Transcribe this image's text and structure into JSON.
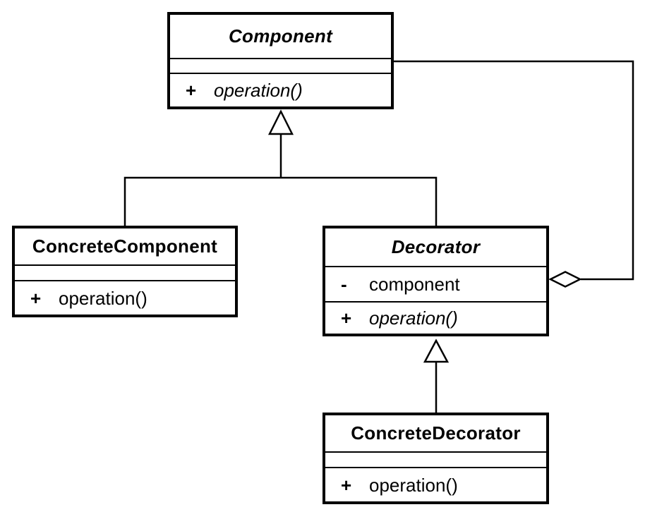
{
  "diagram": {
    "kind": "uml-class-diagram",
    "pattern": "Decorator"
  },
  "classes": {
    "component": {
      "name": "Component",
      "abstract": true,
      "attributes": [],
      "methods": [
        {
          "sign": "+",
          "text": "operation()",
          "abstract": true
        }
      ]
    },
    "concrete_component": {
      "name": "ConcreteComponent",
      "abstract": false,
      "attributes": [],
      "methods": [
        {
          "sign": "+",
          "text": "operation()",
          "abstract": false
        }
      ]
    },
    "decorator": {
      "name": "Decorator",
      "abstract": true,
      "attributes": [
        {
          "sign": "-",
          "text": "component"
        }
      ],
      "methods": [
        {
          "sign": "+",
          "text": "operation()",
          "abstract": true
        }
      ]
    },
    "concrete_decorator": {
      "name": "ConcreteDecorator",
      "abstract": false,
      "attributes": [],
      "methods": [
        {
          "sign": "+",
          "text": "operation()",
          "abstract": false
        }
      ]
    }
  },
  "relationships": [
    {
      "type": "generalization",
      "from": "ConcreteComponent",
      "to": "Component"
    },
    {
      "type": "generalization",
      "from": "Decorator",
      "to": "Component"
    },
    {
      "type": "generalization",
      "from": "ConcreteDecorator",
      "to": "Decorator"
    },
    {
      "type": "aggregation",
      "from": "Decorator",
      "to": "Component"
    }
  ],
  "colors": {
    "line": "#000000",
    "box_fill": "#ffffff",
    "background": "#ffffff",
    "text": "#000000"
  }
}
